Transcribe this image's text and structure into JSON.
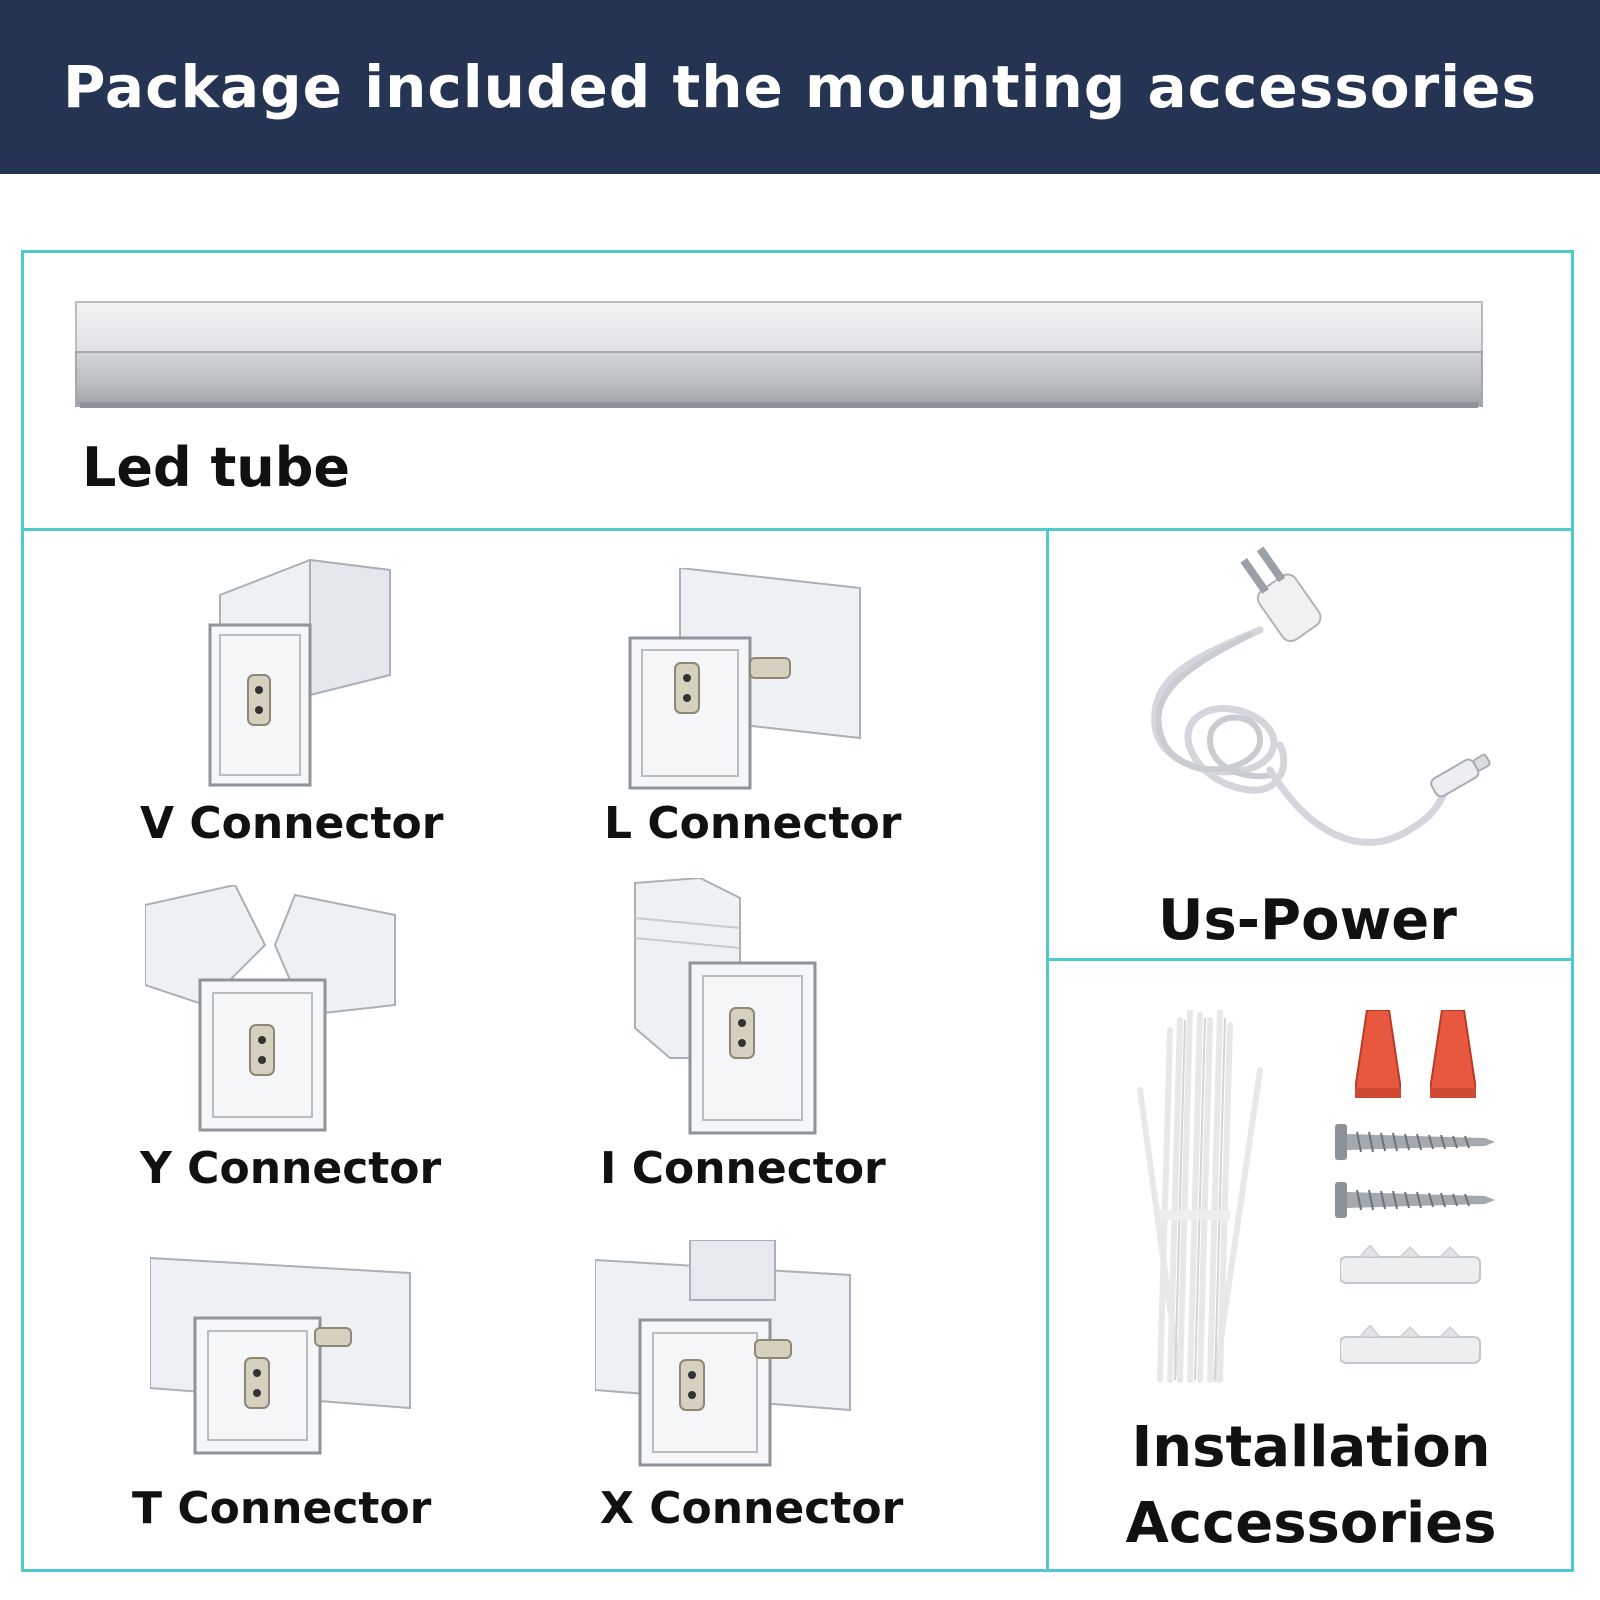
{
  "header": {
    "title": "Package included the mounting accessories"
  },
  "tube": {
    "label": "Led tube"
  },
  "connectors": {
    "v": "V Connector",
    "l": "L Connector",
    "y": "Y Connector",
    "i": "I Connector",
    "t": "T Connector",
    "x": "X Connector"
  },
  "power": {
    "label": "Us-Power"
  },
  "accessories": {
    "line1": "Installation",
    "line2": "Accessories"
  },
  "colors": {
    "header_bg": "#243452",
    "frame": "#4fc9c9",
    "wire_nut": "#e8583f"
  }
}
